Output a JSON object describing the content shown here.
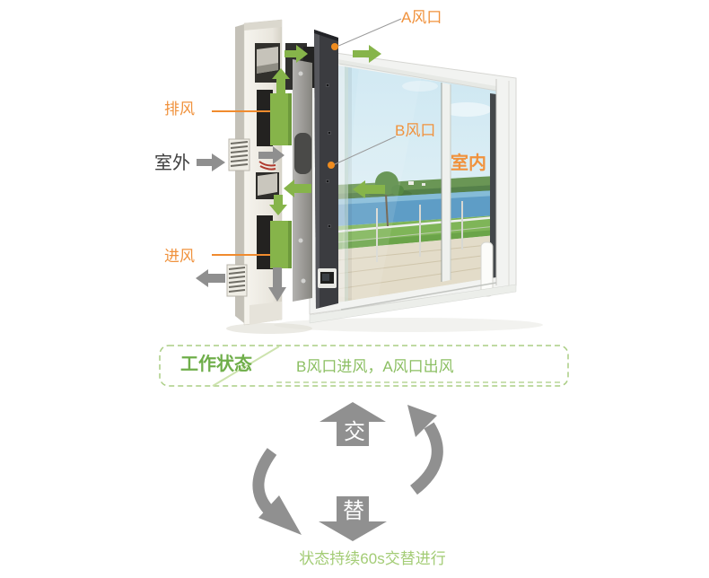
{
  "diagram": {
    "vent_a_label": "A风口",
    "vent_b_label": "B风口",
    "exhaust_label": "排风",
    "intake_label": "进风",
    "outdoor_label": "室外",
    "indoor_label": "室内"
  },
  "status_panel": {
    "title": "工作状态",
    "description": "B风口进风，A风口出风"
  },
  "cycle": {
    "up_char": "交",
    "down_char": "替",
    "caption": "状态持续60s交替进行"
  },
  "colors": {
    "accent_orange": "#f0923d",
    "pointer_dot_orange": "#ef8c1f",
    "airflow_green": "#86b44a",
    "airflow_gray": "#8f8f8f",
    "cycle_gray": "#909090",
    "status_title_green": "#6fae4a",
    "status_text_green": "#8cbf63",
    "caption_green": "#a3cc75",
    "dashed_border_green": "#aacd84",
    "outdoor_text": "#3f3f3f"
  }
}
